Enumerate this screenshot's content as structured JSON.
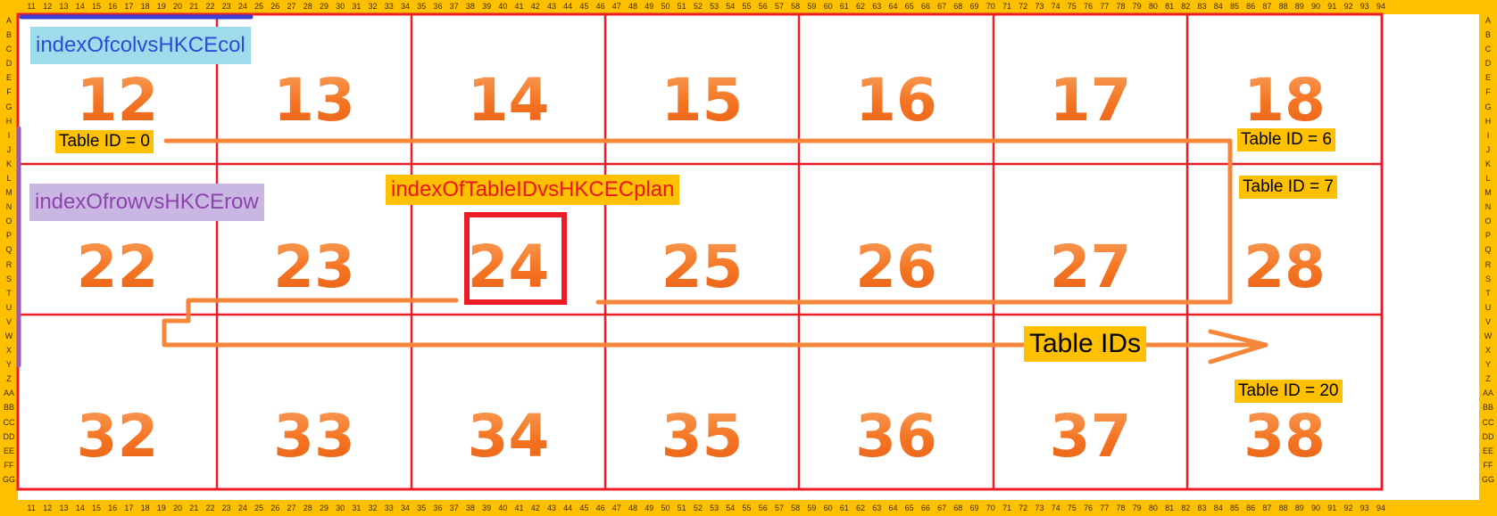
{
  "ruler": {
    "columns": [
      "11",
      "12",
      "13",
      "14",
      "15",
      "16",
      "17",
      "18",
      "19",
      "20",
      "21",
      "22",
      "23",
      "24",
      "25",
      "26",
      "27",
      "28",
      "29",
      "30",
      "31",
      "32",
      "33",
      "34",
      "35",
      "36",
      "37",
      "38",
      "39",
      "40",
      "41",
      "42",
      "43",
      "44",
      "45",
      "46",
      "47",
      "48",
      "49",
      "50",
      "51",
      "52",
      "53",
      "54",
      "55",
      "56",
      "57",
      "58",
      "59",
      "60",
      "61",
      "62",
      "63",
      "64",
      "65",
      "66",
      "67",
      "68",
      "69",
      "70",
      "71",
      "72",
      "73",
      "74",
      "75",
      "76",
      "77",
      "78",
      "79",
      "80",
      "81",
      "82",
      "83",
      "84",
      "85",
      "86",
      "87",
      "88",
      "89",
      "90",
      "91",
      "92",
      "93",
      "94"
    ],
    "rows": [
      "A",
      "B",
      "C",
      "D",
      "E",
      "F",
      "G",
      "H",
      "I",
      "J",
      "K",
      "L",
      "M",
      "N",
      "O",
      "P",
      "Q",
      "R",
      "S",
      "T",
      "U",
      "V",
      "W",
      "X",
      "Y",
      "Z",
      "AA",
      "BB",
      "CC",
      "DD",
      "EE",
      "FF",
      "GG"
    ]
  },
  "grid": {
    "rows": [
      [
        "12",
        "13",
        "14",
        "15",
        "16",
        "17",
        "18"
      ],
      [
        "22",
        "23",
        "24",
        "25",
        "26",
        "27",
        "28"
      ],
      [
        "32",
        "33",
        "34",
        "35",
        "36",
        "37",
        "38"
      ]
    ],
    "highlighted_cell": "24",
    "line_color": "#ee1c25",
    "number_color": "#f47c20"
  },
  "labels": {
    "col_index": "indexOfcolvsHKCEcol",
    "row_index": "indexOfrowvsHKCErow",
    "table_plan": "indexOfTableIDvsHKCECplan",
    "table_id_0": "Table ID = 0",
    "table_id_6": "Table ID = 6",
    "table_id_7": "Table ID = 7",
    "table_id_20": "Table ID = 20",
    "table_ids": "Table IDs"
  },
  "colors": {
    "ruler_bg": "#ffc000",
    "arrow": "#f6873a",
    "col_bar": "#3a3fcf",
    "row_bar": "#9b59b6"
  }
}
